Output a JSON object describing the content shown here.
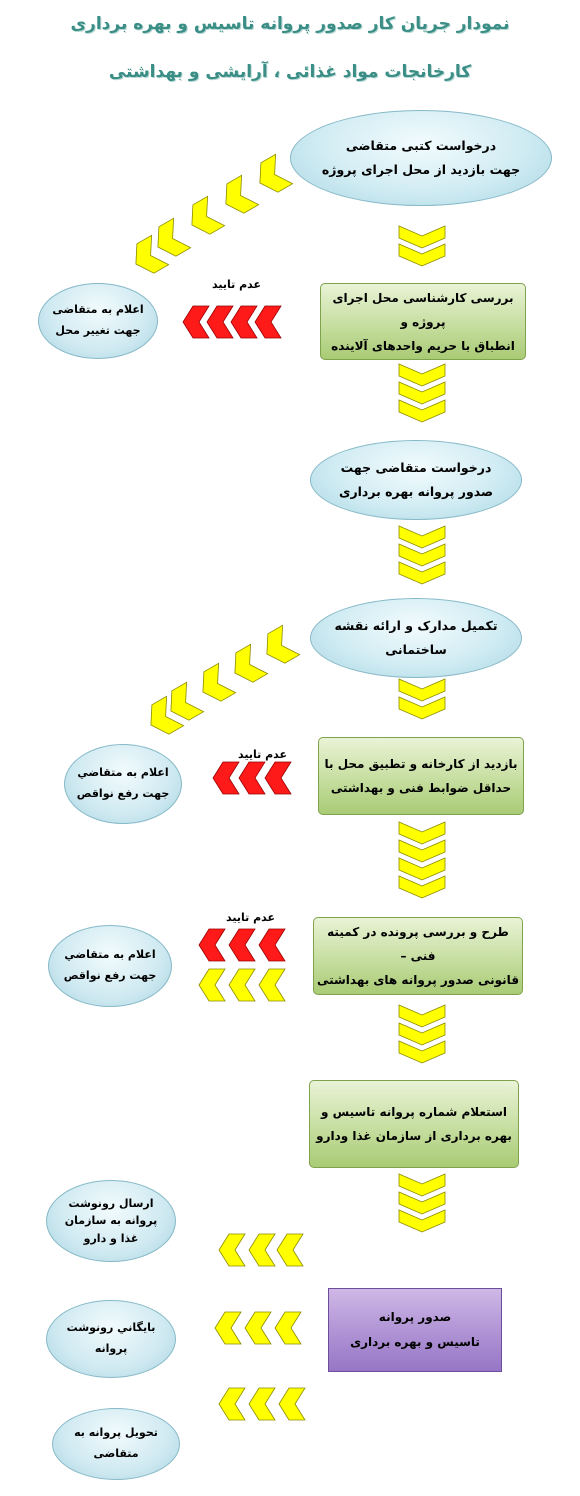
{
  "title": {
    "line1": "نمودار جریان کار صدور پروانه تاسیس و بهره برداری",
    "line2": "کارخانجات مواد غذائی ، آرایشی و بهداشتی"
  },
  "steps": {
    "s1": {
      "l1": "درخواست کتبی متقاضی",
      "l2": "جهت بازدید از محل اجرای پروژه"
    },
    "s2": {
      "l1": "بررسی کارشناسی محل اجرای پروژه و",
      "l2": "انطباق با حریم واحدهای آلاینده"
    },
    "s3": {
      "l1": "درخواست متقاضی جهت",
      "l2": "صدور پروانه بهره برداری"
    },
    "s4": {
      "l1": "تکمیل مدارک و ارائه نقشه",
      "l2": "ساختمانی"
    },
    "s5": {
      "l1": "بازدید از کارخانه و تطبیق محل با",
      "l2": "حداقل ضوابط فنی و بهداشتی"
    },
    "s6": {
      "l1": "طرح و بررسی پرونده در کمیته فنی –",
      "l2": "قانونی صدور پروانه های بهداشتی"
    },
    "s7": {
      "l1": "استعلام شماره پروانه تاسیس و",
      "l2": "بهره برداری از سازمان غذا ودارو"
    },
    "s8": {
      "l1": "صدور پروانه",
      "l2": "تاسیس و بهره برداری"
    }
  },
  "side": {
    "n1": {
      "l1": "اعلام به متقاضی",
      "l2": "جهت تغییر محل"
    },
    "n2": {
      "l1": "اعلام به متقاضي",
      "l2": "جهت رفع نواقص"
    },
    "n3": {
      "l1": "اعلام به متقاضي",
      "l2": "جهت رفع نواقص"
    },
    "o1": {
      "l1": "ارسال رونوشت",
      "l2": "پروانه به سازمان",
      "l3": "غذا و دارو"
    },
    "o2": {
      "l1": "بايگاني رونوشت",
      "l2": "پروانه"
    },
    "o3": {
      "l1": "تحویل پروانه به",
      "l2": "متقاضی"
    }
  },
  "labels": {
    "reject1": "عدم تایید",
    "reject2": "عدم تایید",
    "reject3": "عدم تایید"
  },
  "colors": {
    "yellow_arrow": "#ffff00",
    "red_arrow": "#ff1a1a",
    "green_box": "#c6dea0",
    "blue_oval": "#cfe9f1",
    "purple_scroll": "#b195d6",
    "title": "#3a8e86"
  }
}
